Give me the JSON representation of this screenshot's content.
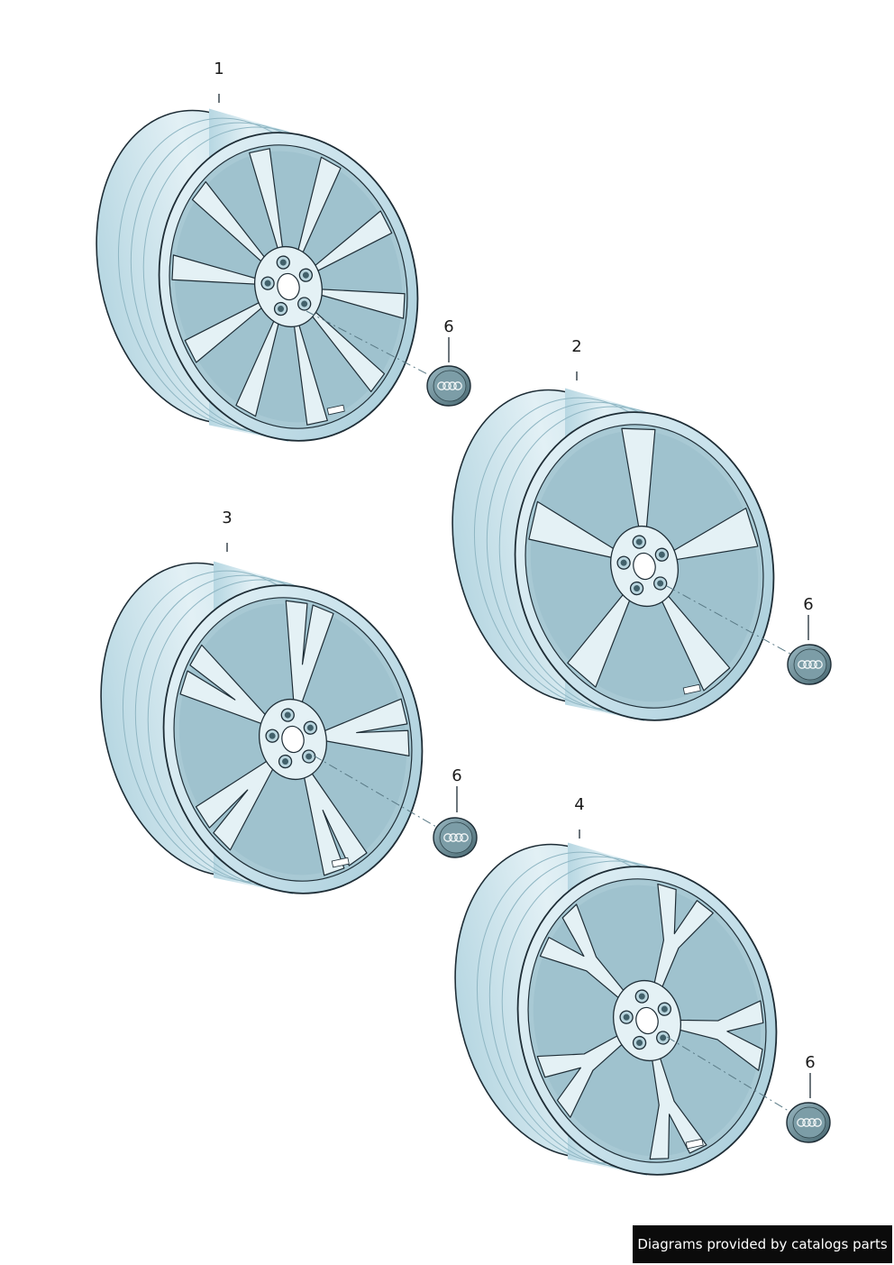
{
  "wheels": [
    {
      "callout": "1",
      "spokes": 10,
      "style": "ten-spoke"
    },
    {
      "callout": "2",
      "spokes": 5,
      "style": "five-twin-spoke"
    },
    {
      "callout": "3",
      "spokes": 5,
      "style": "five-split-spoke"
    },
    {
      "callout": "4",
      "spokes": 5,
      "style": "five-y-spoke"
    }
  ],
  "caps": [
    {
      "callout": "6"
    },
    {
      "callout": "6"
    },
    {
      "callout": "6"
    },
    {
      "callout": "6"
    }
  ],
  "footer": {
    "text": "Diagrams provided by catalogs parts"
  },
  "colors": {
    "rim_fill": "#cfe6ee",
    "rim_shadow": "#a9cfdc",
    "face_fill": "#e4f1f5",
    "outline": "#1e2d36",
    "cap_fill": "#6b8f9a",
    "leader": "#5a7a86",
    "footer_bg": "#0b0b0b",
    "footer_text": "#ffffff"
  }
}
